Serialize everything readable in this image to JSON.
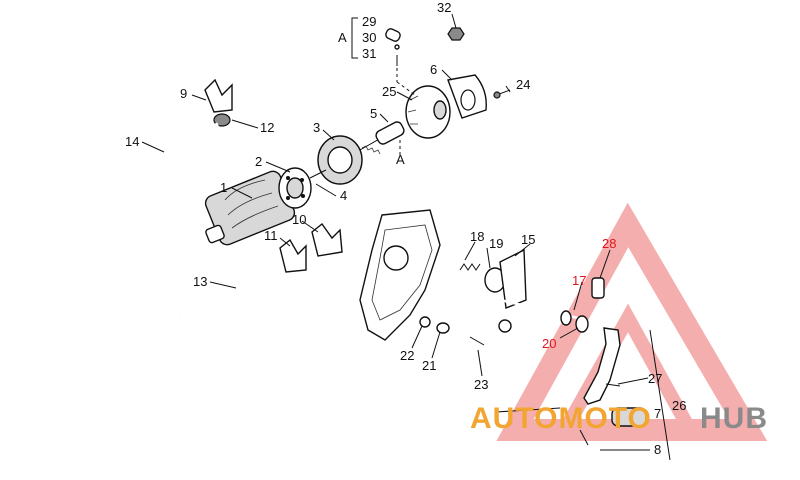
{
  "labels": {
    "p1": "1",
    "p2": "2",
    "p3": "3",
    "p4": "4",
    "p5": "5",
    "p6": "6",
    "p7": "7",
    "p8": "8",
    "p9": "9",
    "p10": "10",
    "p11": "11",
    "p12": "12",
    "p13": "13",
    "p14": "14",
    "p15": "15",
    "p17": "17",
    "p18": "18",
    "p19": "19",
    "p20": "20",
    "p21": "21",
    "p22": "22",
    "p23": "23",
    "p24": "24",
    "p25": "25",
    "p26": "26",
    "p27": "27",
    "p28": "28",
    "p29": "29",
    "p30": "30",
    "p31": "31",
    "p32": "32",
    "groupA": "A",
    "refA": "A"
  },
  "watermark": {
    "part1": "AUTOMOTO",
    "part2": "HUB",
    "colors": {
      "orange": "#f2a531",
      "red": "#e0161b",
      "gray": "#8a8a8a"
    }
  }
}
